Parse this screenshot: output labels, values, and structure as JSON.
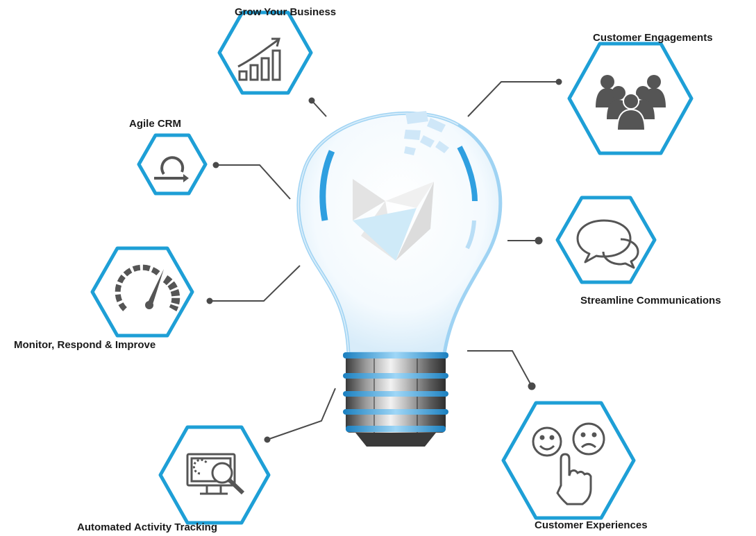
{
  "diagram": {
    "features": [
      {
        "label": "Grow Your Business",
        "icon": "growth-chart-icon"
      },
      {
        "label": "Customer Engagements",
        "icon": "people-group-icon"
      },
      {
        "label": "Agile CRM",
        "icon": "agile-cycle-icon"
      },
      {
        "label": "Streamline Communications",
        "icon": "chat-bubbles-icon"
      },
      {
        "label": "Monitor, Respond & Improve",
        "icon": "speedometer-icon"
      },
      {
        "label": "Customer Experiences",
        "icon": "smiley-feedback-icon"
      },
      {
        "label": "Automated Activity Tracking",
        "icon": "monitor-search-icon"
      }
    ],
    "center_icon": "lightbulb-icon",
    "colors": {
      "hex_stroke": "#1e9fd6",
      "icon_fill": "#555555",
      "connector": "#4a4a4a",
      "bulb_glow": "#7fc4ee"
    }
  }
}
